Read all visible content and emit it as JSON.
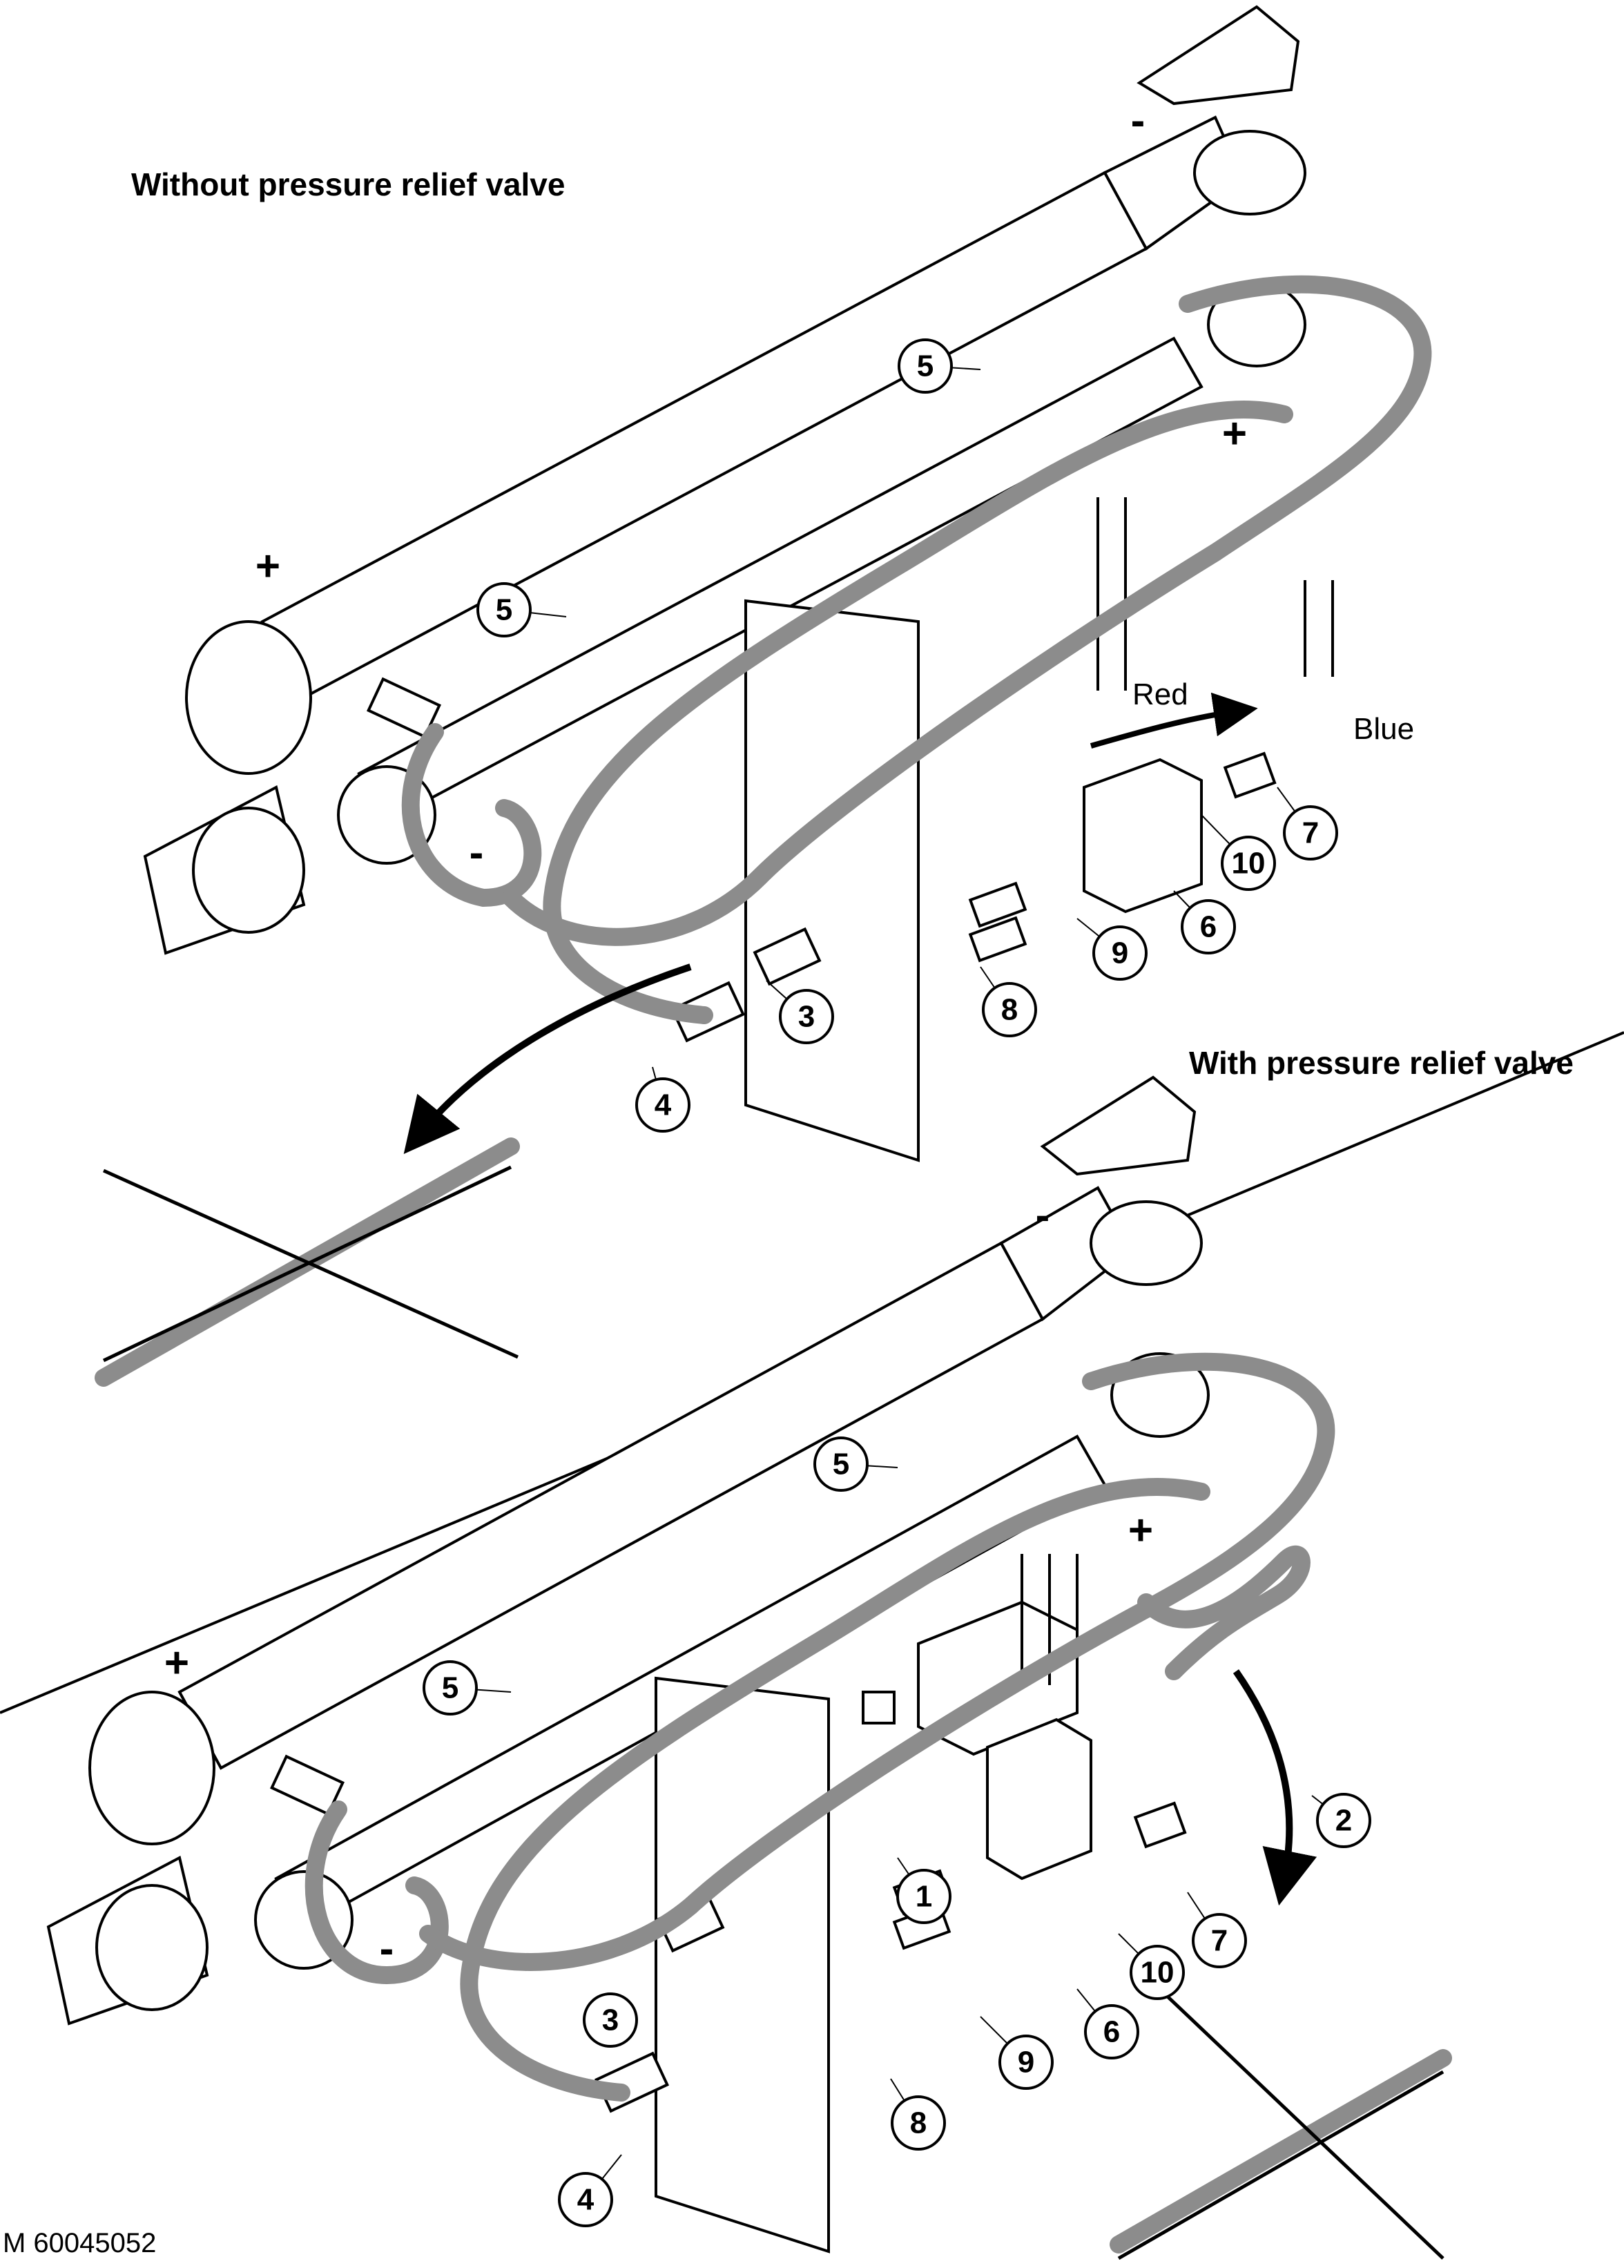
{
  "headings": {
    "without": "Without pressure relief valve",
    "with": "With pressure relief valve"
  },
  "figure_id": "M 60045052",
  "color_labels": {
    "red": "Red",
    "blue": "Blue"
  },
  "signs": {
    "plus": "+",
    "minus": "-"
  },
  "callouts": {
    "top": [
      "5",
      "5",
      "3",
      "4",
      "8",
      "9",
      "6",
      "10",
      "7"
    ],
    "bottom": [
      "5",
      "5",
      "3",
      "4",
      "8",
      "9",
      "6",
      "10",
      "7",
      "1",
      "2"
    ]
  },
  "colors": {
    "hose": "#8c8c8c",
    "line": "#000000",
    "background": "#ffffff"
  },
  "icons": [
    "cross-out-icon",
    "arrow-icon"
  ]
}
